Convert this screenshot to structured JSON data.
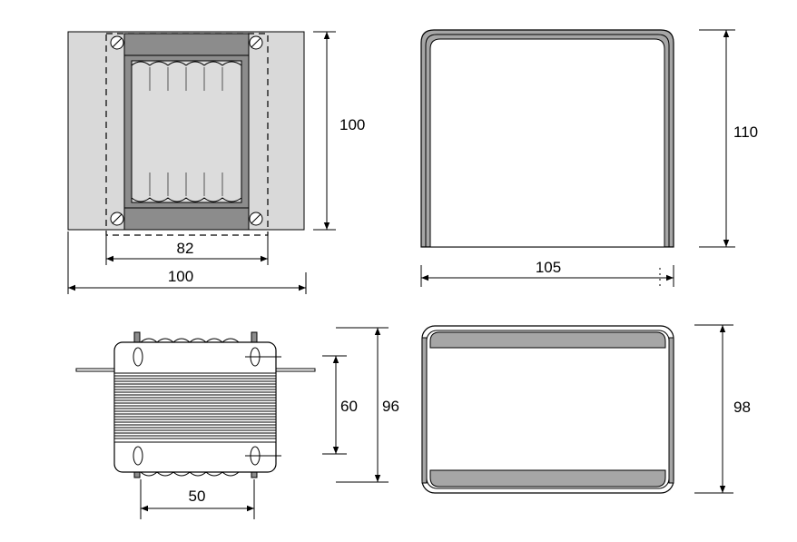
{
  "views": {
    "front": {
      "dim_core_width": "82",
      "dim_total_width": "100",
      "dim_height": "100"
    },
    "cover_front": {
      "dim_width": "105",
      "dim_height": "110"
    },
    "side": {
      "dim_inner": "60",
      "dim_total": "96",
      "dim_depth": "50"
    },
    "cover_side": {
      "dim_height": "98"
    }
  },
  "colors": {
    "plate": "#d9d9d9",
    "bracket": "#8c8c8c",
    "window": "#dcdcdc",
    "cover": "#a6a6a6",
    "line": "#000000"
  }
}
